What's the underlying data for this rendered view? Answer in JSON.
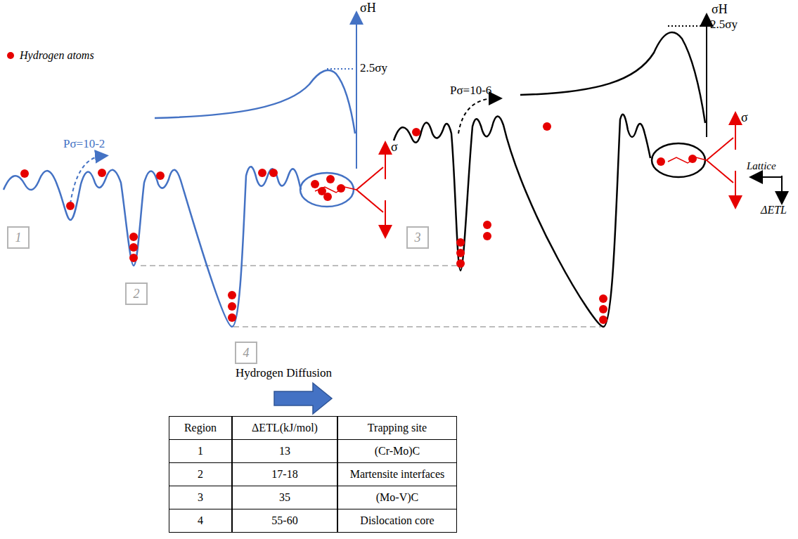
{
  "diagram": {
    "nodes": [
      {
        "text": [
          "1"
        ]
      },
      {
        "text": [
          "2"
        ]
      },
      {
        "text": [
          "4"
        ]
      },
      {
        "text": [
          "3"
        ]
      }
    ],
    "labels": [
      "σH",
      "2.5σy",
      "Pσ=10-2",
      "σ",
      "σH",
      "2.5σy",
      "Pσ=10-6",
      "σ",
      "Lattice",
      "ΔETL",
      "Hydrogen Diffusion",
      "Region",
      "ΔETL(kJ/mol)",
      "Trapping site",
      "1",
      "13",
      "(Cr-Mo)C",
      "2",
      "17-18",
      "Martensite interfaces",
      "3",
      "35",
      "(Mo-V)C",
      "4",
      "55-60",
      "Dislocation core"
    ],
    "legend": [
      {
        "text": "Hydrogen atoms",
        "color": "#e60000"
      }
    ]
  }
}
